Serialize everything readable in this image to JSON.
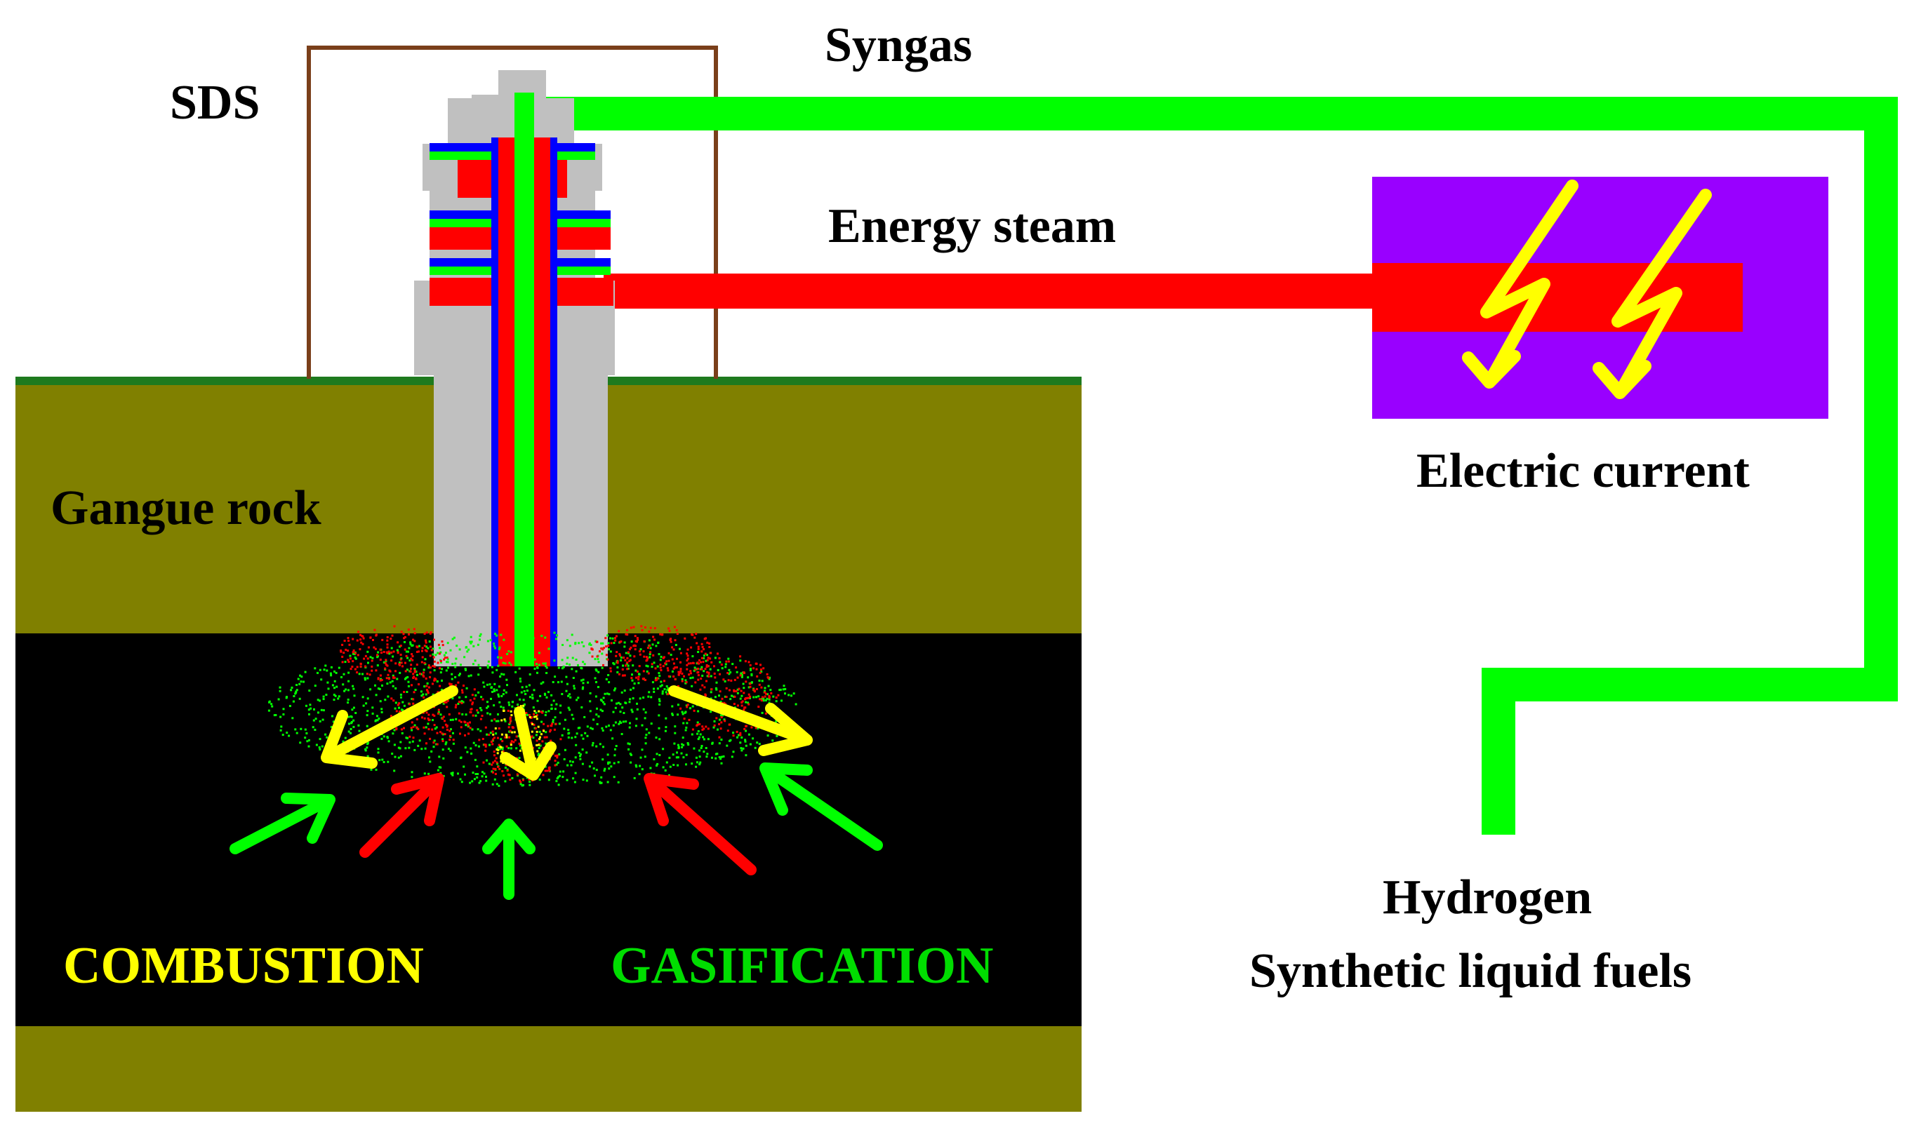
{
  "labels": {
    "sds": "SDS",
    "syngas": "Syngas",
    "energy_steam": "Energy steam",
    "electric_current": "Electric current",
    "gangue_rock": "Gangue rock",
    "combustion": "COMBUSTION",
    "gasification": "GASIFICATION",
    "hydrogen": "Hydrogen",
    "synthetic_fuels": "Synthetic liquid fuels"
  },
  "colors": {
    "rock": "#808000",
    "seam": "#000000",
    "ground_line": "#1e7a1e",
    "frame": "#7a3f1a",
    "casing": "#c0c0c0",
    "syngas_pipe": "#00ff00",
    "steam_pipe": "#ff0000",
    "blue_tube": "#0000ff",
    "generator": "#9900ff",
    "lightning": "#ffff00",
    "combustion_text": "#ffff00",
    "gasification_text": "#00dd00"
  }
}
